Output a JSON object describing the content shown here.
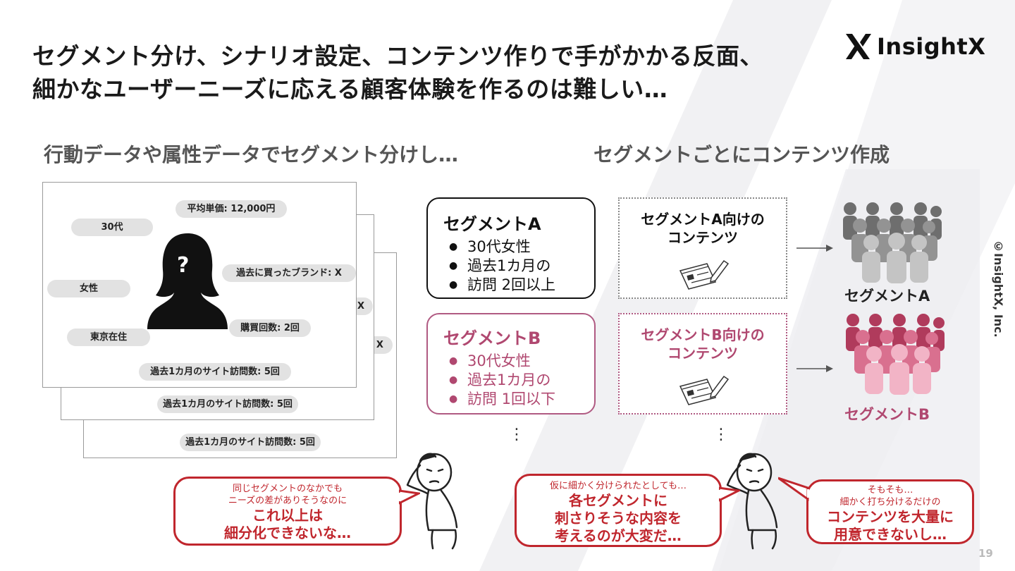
{
  "title": {
    "line1": "セグメント分け、シナリオ設定、コンテンツ作りで手がかかる反面、",
    "line2": "細かなユーザーニーズに応える顧客体験を作るのは難しい…"
  },
  "logo": {
    "text": "InsightX"
  },
  "copyright": "©InsightX, Inc.",
  "left_section": {
    "heading": "行動データや属性データでセグメント分けし…",
    "back_card_pills": [
      "過去1カ月のサイト訪問数: 5回",
      "過去1カ月のサイト訪問数: 5回"
    ],
    "peek_labels": [
      "X",
      ": X"
    ],
    "front_card": {
      "pills": {
        "price": "平均単価: 12,000円",
        "age": "30代",
        "brand": "過去に買ったブランド: X",
        "gender": "女性",
        "purchases": "購買回数: 2回",
        "location": "東京在住",
        "visits": "過去1カ月のサイト訪問数: 5回"
      },
      "avatar_mark": "?"
    }
  },
  "right_section": {
    "heading": "セグメントごとにコンテンツ作成",
    "segment_a": {
      "title": "セグメントA",
      "items": [
        "30代女性",
        "過去1カ月の",
        "訪問 2回以上"
      ]
    },
    "segment_b": {
      "title": "セグメントB",
      "items": [
        "30代女性",
        "過去1カ月の",
        "訪問 1回以下"
      ]
    },
    "content_a": {
      "line1": "セグメントA向けの",
      "line2": "コンテンツ"
    },
    "content_b": {
      "line1": "セグメントB向けの",
      "line2": "コンテンツ"
    },
    "group_a_label": "セグメントA",
    "group_b_label": "セグメントB",
    "vertical_dots": "⋮"
  },
  "bubbles": [
    {
      "small1": "同じセグメントのなかでも",
      "small2": "ニーズの差がありそうなのに",
      "big1": "これ以上は",
      "big2": "細分化できないな…"
    },
    {
      "small1": "仮に細かく分けられたとしても…",
      "big1": "各セグメントに",
      "big2": "刺さりそうな内容を",
      "big3": "考えるのが大変だ…"
    },
    {
      "small1": "そもそも…",
      "small2": "細かく打ち分けるだけの",
      "big1": "コンテンツを大量に",
      "big2": "用意できないし…"
    }
  ],
  "page_number": "19",
  "colors": {
    "accent": "#b04870",
    "bubble_red": "#c0262d",
    "pink_box": "#b05a82"
  }
}
